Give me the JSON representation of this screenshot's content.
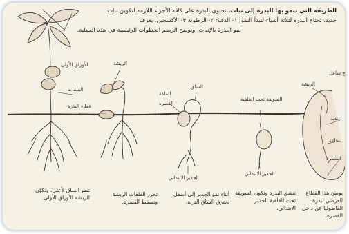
{
  "header": {
    "line1_bold": "الطريقة التي تنمو بها البذرة إلى نبات.",
    "line1_rest": "تحتوي البذرة على كافة الأجزاء اللازمة لتكوين نبات",
    "line2": "جديد. تحتاج البذرة لثلاثة أشياء لتبدأ النمو: ١- الدفء ٢- الرطوبة ٣- الأكسجين. يعرف",
    "line3": "نمو البذرة بالإنبات، ويوضح الرسم الخطوات الرئيسية في هذه العملية."
  },
  "labels": {
    "first_leaves": "الأوراق الأولى",
    "cotyledons": "الفلقات",
    "seed_coat": "غطاء البذرة",
    "plumule_stage2": "الريشة",
    "stem": "الساق",
    "cotyledon": "الفلقة",
    "seed_coat_short": "القصرة",
    "hypocotyl": "السويقة تحت الفلقية",
    "radicle_stage3": "الجذير الابتدائي",
    "radicle_stage4": "الجذير الابتدائي",
    "plumule_seed": "الريشة",
    "seed_scar": "ندبة",
    "seed_coat_seed": "القصرة",
    "seed_top": "نسيج شاغل",
    "seed_mid": "فلقة"
  },
  "captions": {
    "stage1": "تنمو الساق لأعلى، وتكوّن الريشة الأوراق الأولى.",
    "stage2": "تحرر الفلقات الريشة وتسقط القصرة.",
    "stage3": "أثناء نمو الجذير إلى أسفل يخترق الساق التربة.",
    "stage4": "تنشق البذرة وتكون السويقة تحت الفلقية الجذير الابتدائي.",
    "stage5": "يوضح هذا القطاع العرضي لبذرة الفاصوليا عن داخل القصرة."
  },
  "colors": {
    "paper": "#f6f1e7",
    "ink": "#2b241c",
    "frame_glow": "#5a6e8c"
  }
}
